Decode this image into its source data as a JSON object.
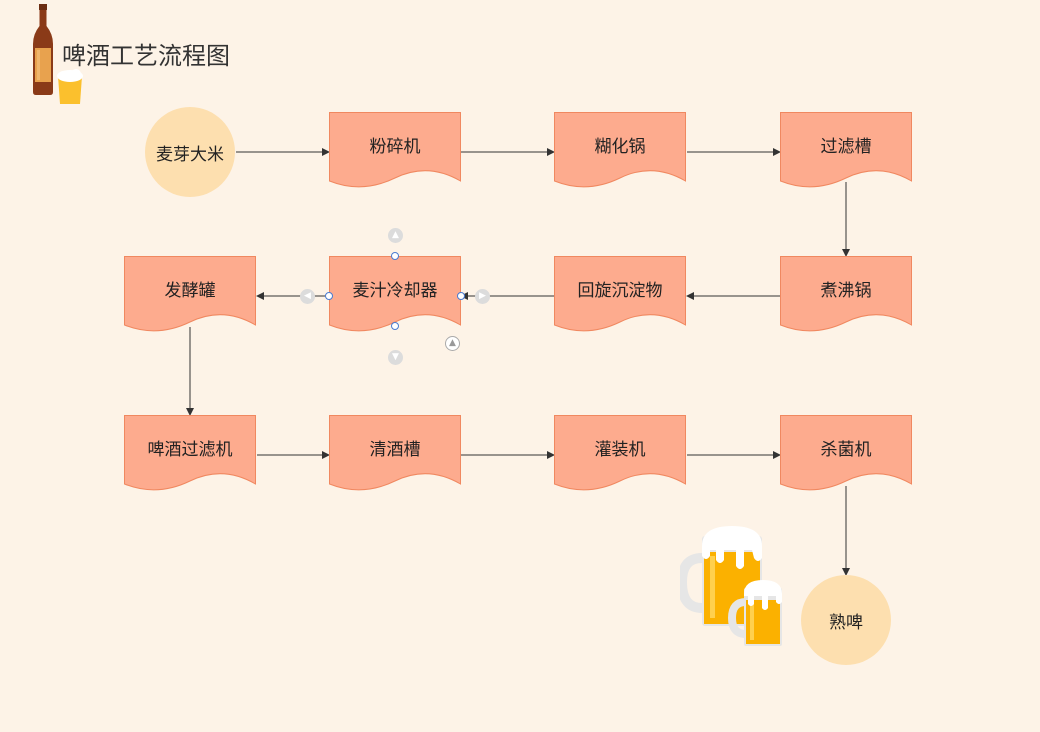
{
  "title": "啤酒工艺流程图",
  "colors": {
    "process_fill": "#fdab8e",
    "process_stroke": "#f08860",
    "terminal_fill": "#fddfaf",
    "background": "#fdf3e7",
    "arrow": "#333333"
  },
  "nodes": {
    "malt_rice": "麦芽大米",
    "crusher": "粉碎机",
    "mash_pot": "糊化锅",
    "lauter_tun": "过滤槽",
    "boiling_pot": "煮沸锅",
    "whirlpool": "回旋沉淀物",
    "wort_cooler": "麦汁冷却器",
    "fermenter": "发酵罐",
    "beer_filter": "啤酒过滤机",
    "bright_tank": "清酒槽",
    "filler": "灌装机",
    "sterilizer": "杀菌机",
    "mature_beer": "熟啤"
  },
  "icons": [
    "beer-bottle-icon",
    "beer-glass-icon",
    "beer-mugs-icon"
  ]
}
